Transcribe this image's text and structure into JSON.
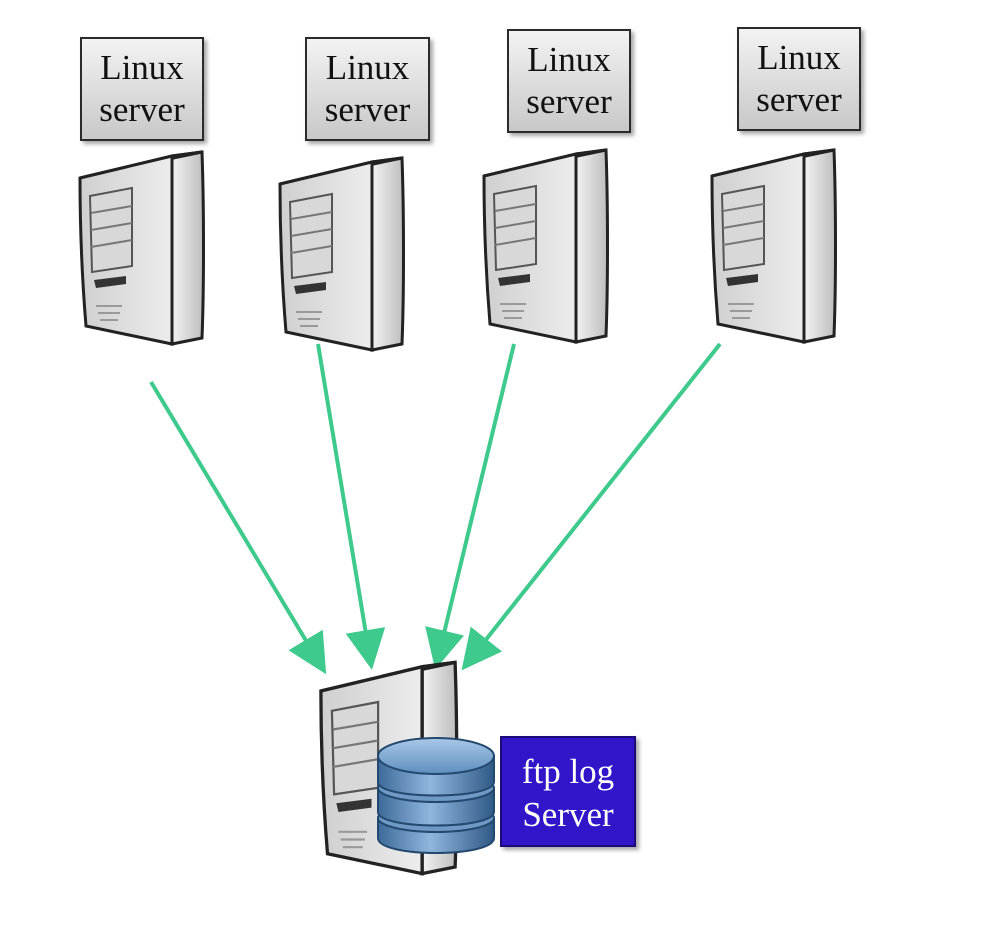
{
  "linux_servers": [
    {
      "line1": "Linux",
      "line2": "server"
    },
    {
      "line1": "Linux",
      "line2": "server"
    },
    {
      "line1": "Linux",
      "line2": "server"
    },
    {
      "line1": "Linux",
      "line2": "server"
    }
  ],
  "log_server": {
    "line1": "ftp log",
    "line2": "Server"
  },
  "colors": {
    "arrow": "#3ec98d",
    "log_label_bg": "#3116c9",
    "database": "#5a86b5"
  },
  "icons": [
    "server-tower-icon",
    "database-icon",
    "arrow-icon"
  ]
}
